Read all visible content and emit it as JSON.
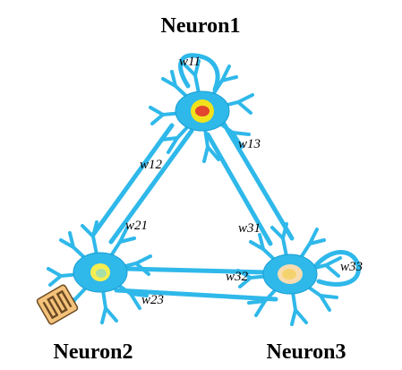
{
  "diagram": {
    "neurons": [
      {
        "id": "n1",
        "label": "Neuron1"
      },
      {
        "id": "n2",
        "label": "Neuron2"
      },
      {
        "id": "n3",
        "label": "Neuron3"
      }
    ],
    "weights": {
      "w11": "w11",
      "w12": "w12",
      "w13": "w13",
      "w21": "w21",
      "w23": "w23",
      "w31": "w31",
      "w32": "w32",
      "w33": "w33"
    },
    "colors": {
      "axon": "#2fb8ea",
      "axon_dark": "#1a9fd3",
      "soma_n1": "#f2e21c",
      "nucleus_n1": "#e2462d",
      "soma_n2": "#f6ee50",
      "nucleus_n2": "#a8dfa9",
      "soma_n3": "#f8dcb0",
      "nucleus_n3": "#f4d36f",
      "chip_body": "#f4c27a",
      "chip_outline": "#6b4a22"
    }
  }
}
